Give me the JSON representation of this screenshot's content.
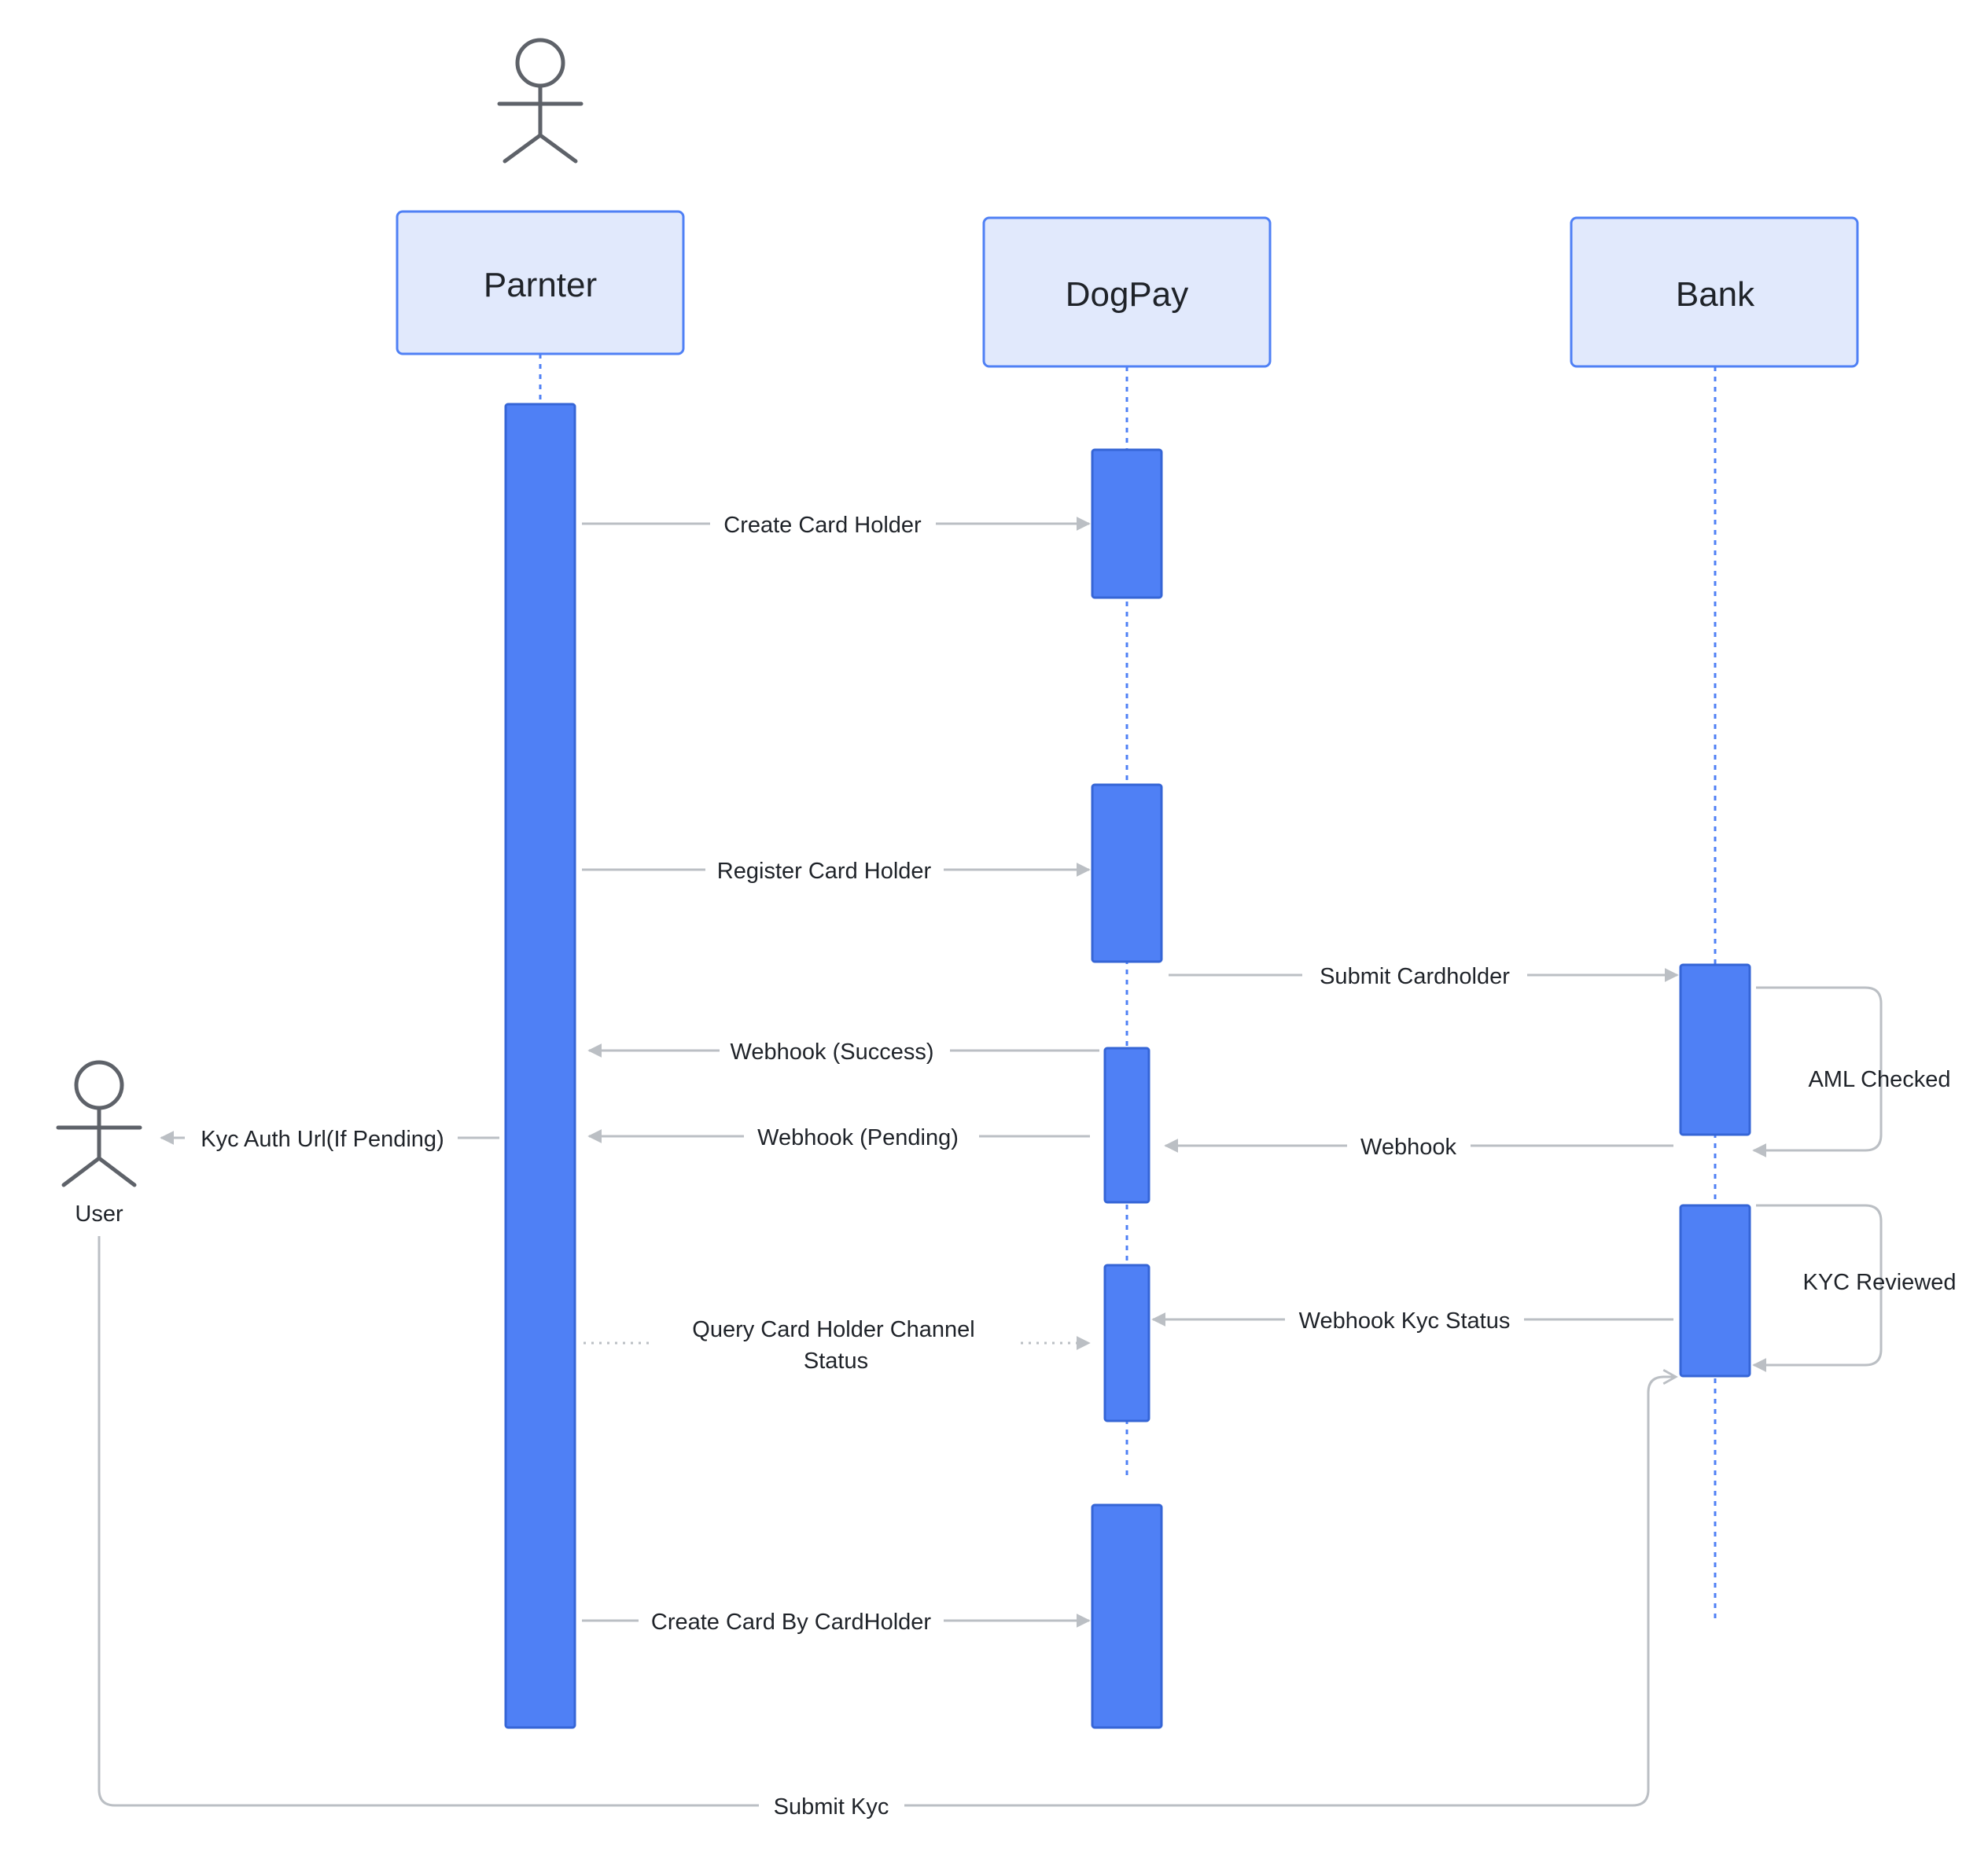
{
  "colors": {
    "participant_fill": "#e1e9fc",
    "participant_stroke": "#4f80f5",
    "lifeline": "#4f80f5",
    "activation_fill": "#4f80f5",
    "activation_stroke": "#3565d6",
    "message_line": "#bbbfc4",
    "actor_stroke": "#5e6269",
    "text": "#1f2329"
  },
  "participants": {
    "partner": {
      "label": "Parnter"
    },
    "dogpay": {
      "label": "DogPay"
    },
    "bank": {
      "label": "Bank"
    }
  },
  "actors": {
    "user": {
      "label": "User"
    },
    "top": {
      "label": ""
    }
  },
  "messages": {
    "create_card_holder": "Create Card Holder",
    "register_card_holder": "Register Card Holder",
    "submit_cardholder": "Submit Cardholder",
    "aml_checked": "AML Checked",
    "webhook_success": "Webhook (Success)",
    "webhook_pending": "Webhook (Pending)",
    "kyc_auth_url": "Kyc Auth Url(If Pending)",
    "webhook": "Webhook",
    "kyc_reviewed": "KYC Reviewed",
    "webhook_kyc_status": "Webhook Kyc Status",
    "query_line1": "Query Card Holder Channel",
    "query_line2": "Status",
    "create_card_by_cardholder": "Create Card By CardHolder",
    "submit_kyc": "Submit Kyc"
  }
}
